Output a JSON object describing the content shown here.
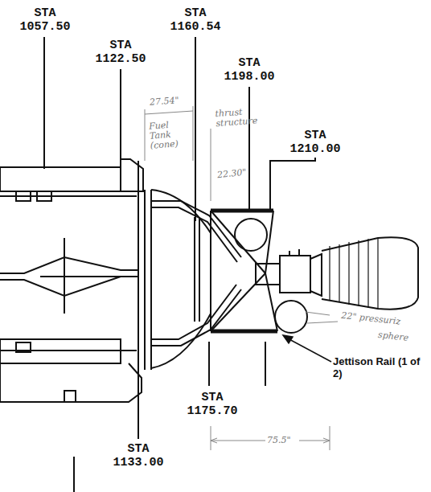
{
  "diagram": {
    "labels": [
      "STA 1057.50",
      "STA 1122.50",
      "STA 1160.54",
      "STA 1198.00",
      "STA 1210.00",
      "STA 1175.70",
      "STA 1133.00",
      "Jettison Rail (1 of 2)",
      "27.54\"",
      "Fuel Tank (cone)",
      "thrust structure",
      "22.30\"",
      "22\" pressuriz",
      "sphere",
      "75.5\""
    ]
  }
}
